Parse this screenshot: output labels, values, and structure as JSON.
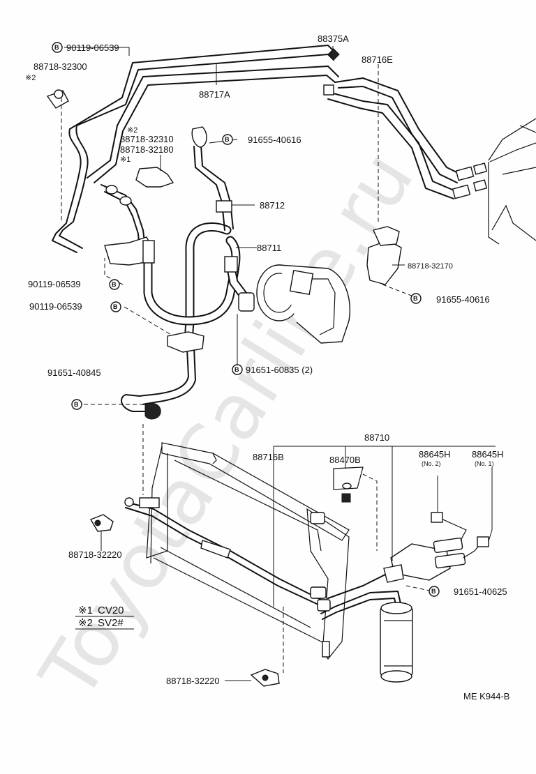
{
  "watermark": "ToyotaCarline.ru",
  "footer_code": "ME K944-B",
  "legend": [
    {
      "mark": "※1",
      "text": "CV20"
    },
    {
      "mark": "※2",
      "text": "SV2#"
    }
  ],
  "bolt_symbol": "B",
  "parts": {
    "p90119_top": "90119-06539",
    "p88718_32300": "88718-32300",
    "p88718_32300_note": "※2",
    "p88717A": "88717A",
    "p88375A": "88375A",
    "p88716E": "88716E",
    "p88718_32310_note": "※2",
    "p88718_32310": "88718-32310",
    "p88718_32180": "88718-32180",
    "p88718_32180_note": "※1",
    "p91655_upper": "91655-40616",
    "p88712": "88712",
    "p88711": "88711",
    "p88718_32170": "88718-32170",
    "p91655_lower": "91655-40616",
    "p90119_mid1": "90119-06539",
    "p90119_mid2": "90119-06539",
    "p91651_60835": "91651-60835 (2)",
    "p91651_40845": "91651-40845",
    "p88710": "88710",
    "p88716B": "88716B",
    "p88470B": "88470B",
    "p88645H_no2": "88645H",
    "p88645H_no2_sub": "(No. 2)",
    "p88645H_no1": "88645H",
    "p88645H_no1_sub": "(No. 1)",
    "p88718_32220_left": "88718-32220",
    "p91651_40625": "91651-40625",
    "p88718_32220_bottom": "88718-32220"
  }
}
